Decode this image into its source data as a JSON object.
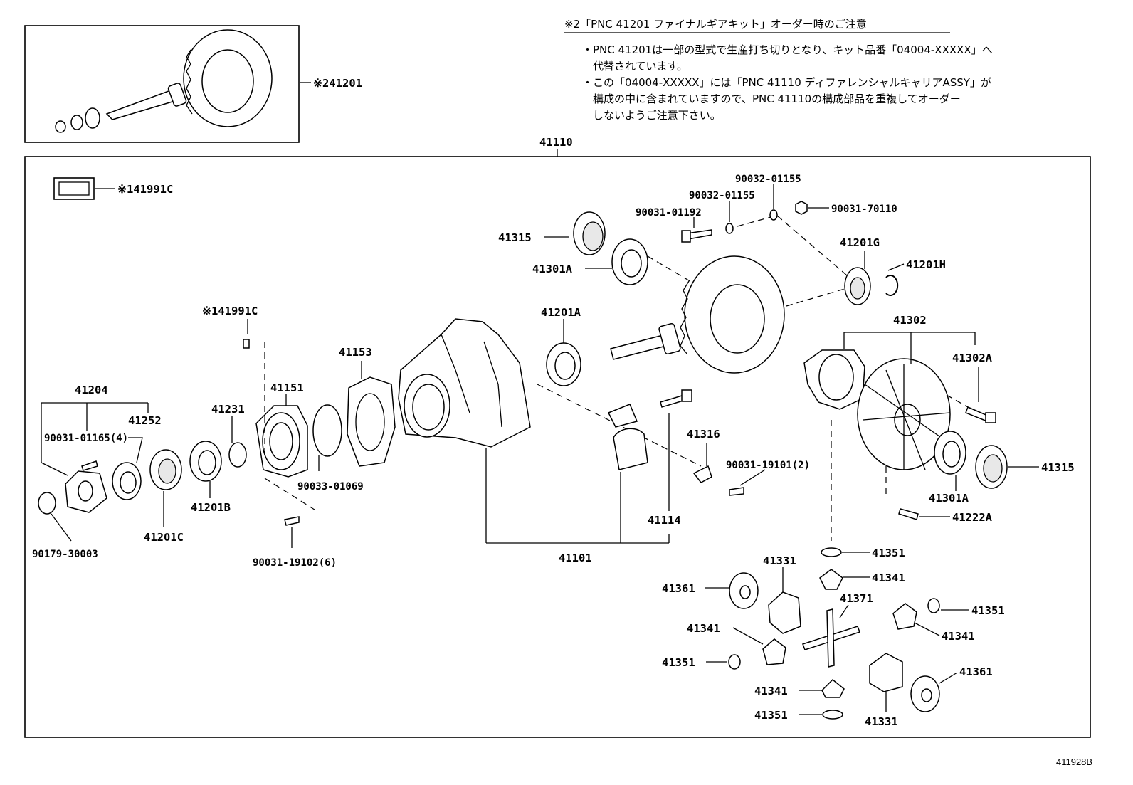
{
  "ref_code": "411928B",
  "note": {
    "title": "※2「PNC 41201 ファイナルギアキット」オーダー時のご注意",
    "lines": [
      "・PNC 41201は一部の型式で生産打ち切りとなり、キット品番「04004-XXXXX」へ",
      "　代替されています。",
      "・この「04004-XXXXX」には「PNC 41110 ディファレンシャルキャリアASSY」が",
      "　構成の中に含まれていますので、PNC 41110の構成部品を重複してオーダー",
      "　しないようご注意下さい。"
    ]
  },
  "kit": {
    "label": "※241201"
  },
  "assembly": {
    "label": "41110"
  },
  "gasket_ref": {
    "label": "※141991C"
  },
  "labels": {
    "l41315a": "41315",
    "l41301a_top": "41301A",
    "l90031_01192": "90031-01192",
    "l90032_01155a": "90032-01155",
    "l90032_01155b": "90032-01155",
    "l90031_70110": "90031-70110",
    "l41201g": "41201G",
    "l41201h": "41201H",
    "l41302": "41302",
    "l41302a": "41302A",
    "l41315b": "41315",
    "l41301a_bot": "41301A",
    "l41222a": "41222A",
    "l41201a": "41201A",
    "l41991c_mid": "※141991C",
    "l41153": "41153",
    "l41151": "41151",
    "l41231": "41231",
    "l41204": "41204",
    "l41252": "41252",
    "l90031_01165": "90031-01165(4)",
    "l41201b": "41201B",
    "l41201c": "41201C",
    "l90179_30003": "90179-30003",
    "l90033_01069": "90033-01069",
    "l90031_19102": "90031-19102(6)",
    "l41316": "41316",
    "l90031_19101": "90031-19101(2)",
    "l41114": "41114",
    "l41101": "41101",
    "l41351_a": "41351",
    "l41341_a": "41341",
    "l41331_a": "41331",
    "l41361_a": "41361",
    "l41371": "41371",
    "l41351_b": "41351",
    "l41341_b": "41341",
    "l41341_c": "41341",
    "l41351_c": "41351",
    "l41361_b": "41361",
    "l41341_d": "41341",
    "l41351_d": "41351",
    "l41331_b": "41331"
  }
}
